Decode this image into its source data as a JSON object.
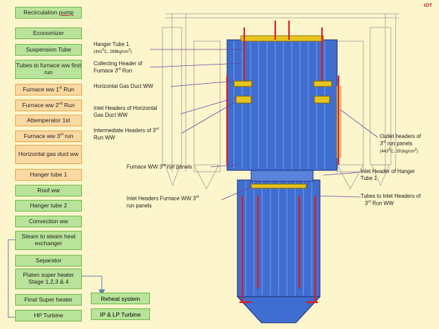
{
  "sequence": [
    {
      "label": "Recirculation",
      "label_link": "pump",
      "style": "alt"
    },
    {
      "label": "Economizer",
      "style": "alt"
    },
    {
      "label": "Suspension Tube",
      "style": "alt"
    },
    {
      "label": "Tubes to furnace ww first run",
      "style": "alt"
    },
    {
      "label": "Furnace ww 1",
      "sup": "st",
      "after": " Run",
      "style": "base"
    },
    {
      "label": "Furnace ww 2",
      "sup": "nd",
      "after": " Run",
      "style": "base"
    },
    {
      "label": "Attemperator 1st",
      "style": "base"
    },
    {
      "label": "Furnace ww 3",
      "sup": "rd",
      "after": " run",
      "style": "base"
    },
    {
      "label": "Horizontal gas duct ww",
      "style": "base"
    },
    {
      "label": "Hanger tube 1",
      "style": "base"
    },
    {
      "label": "Roof ww",
      "style": "alt"
    },
    {
      "label": "Hanger tube 2",
      "style": "alt"
    },
    {
      "label": "Convection ww",
      "style": "alt"
    },
    {
      "label": "Steam to steam heat exchanger",
      "style": "alt"
    },
    {
      "label": "Separator",
      "style": "alt"
    },
    {
      "label": "Platen super heater Stage 1,2,3 & 4",
      "style": "alt"
    },
    {
      "label": "Final Super heater",
      "style": "alt"
    },
    {
      "label": "HP Turbine",
      "style": "alt"
    }
  ],
  "side_boxes": {
    "reheat": "Reheat system",
    "ip_lp": "IP & LP Turbine"
  },
  "logo_text": "IOT",
  "callouts": {
    "hanger1": {
      "line1": "Hanger Tube 1",
      "temp": "(441",
      "temp_sup": "0",
      "temp_rest": "C, 288kg/cm",
      "press_sup": "2",
      "close": ")"
    },
    "collecting": {
      "line1": "Collecting Header of",
      "line2": "Furnace 3",
      "sup": "rd",
      "line2_end": " Run"
    },
    "hgd": {
      "text": "Horizontal Gas Duct  WW"
    },
    "inlet_hgd": {
      "line1": "Inlet Headers of  Horizontal",
      "line2": "Gas Duct  WW"
    },
    "intermediate": {
      "line1": "Intermediate Headers of  3",
      "sup": "rd",
      "line2": "Run WW"
    },
    "furnace3panels": {
      "pre": "Furnace WW 3",
      "sup": "rd",
      "post": " run panels"
    },
    "inlet_furnace3": {
      "line1": "Inlet Headers Furnace WW 3",
      "sup": "rd",
      "line2": "run panels"
    },
    "outlet3": {
      "line1": "Outlet headers of",
      "line2_pre": "3",
      "sup": "rd",
      "line2_post": " run panels",
      "temp": "(443",
      "temp_sup": "0",
      "temp_rest": "C, 291kg/cm",
      "press_sup": "2",
      "close": ")"
    },
    "inlet_hanger": {
      "line1": "Inlet Header of Hanger",
      "line2": "Tube 1"
    },
    "tubes_inlet": {
      "line1": "Tubes to Inlet Headers of",
      "line2_pre": "3",
      "sup": "rd",
      "line2_post": " Run WW"
    }
  }
}
